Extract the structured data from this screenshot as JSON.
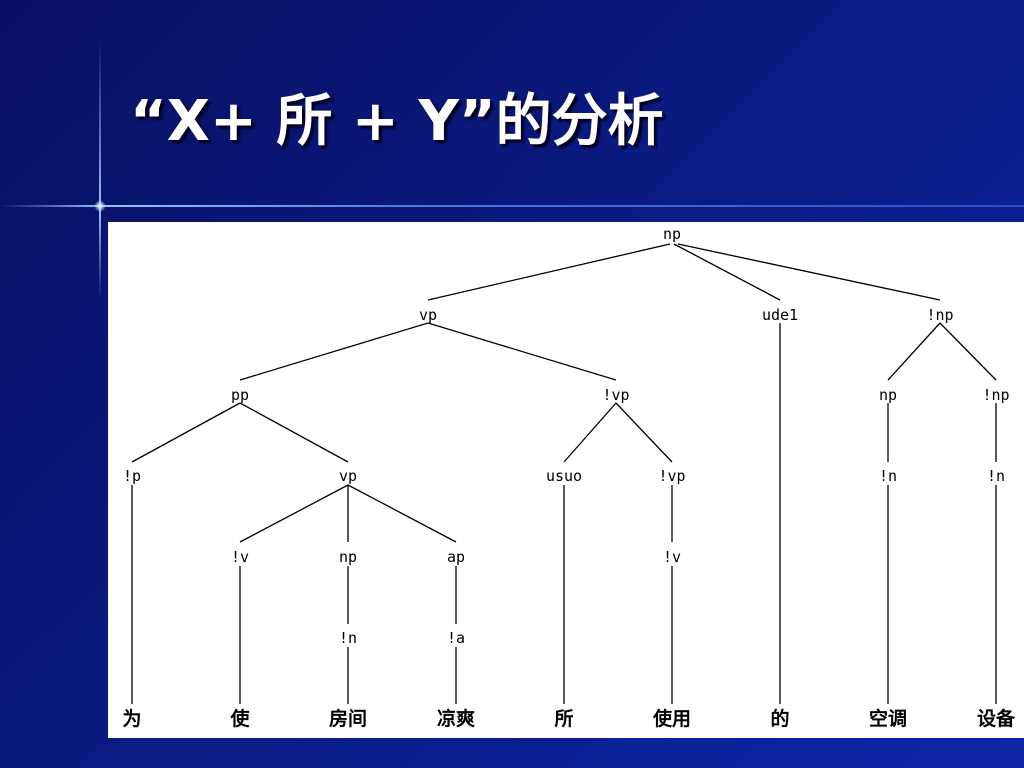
{
  "slide": {
    "title": "“X+ 所 + Y”的分析"
  },
  "tree": {
    "nodes": {
      "n_root": "np",
      "n_vp": "vp",
      "n_ude1": "ude1",
      "n_npb": "!np",
      "n_pp": "pp",
      "n_vpb": "!vp",
      "n_np1": "np",
      "n_np2": "!np",
      "n_pb": "!p",
      "n_vp2": "vp",
      "n_usuo": "usuo",
      "n_vpb2": "!vp",
      "n_nb1": "!n",
      "n_nb2": "!n",
      "n_vb": "!v",
      "n_np3": "np",
      "n_ap": "ap",
      "n_vb2": "!v",
      "n_nb3": "!n",
      "n_ab": "!a"
    },
    "words": {
      "w_wei": "为",
      "w_shi": "使",
      "w_fangjian": "房间",
      "w_liangshuang": "凉爽",
      "w_suo": "所",
      "w_shiyong": "使用",
      "w_de": "的",
      "w_kongtiao": "空调",
      "w_shebei": "设备"
    }
  }
}
